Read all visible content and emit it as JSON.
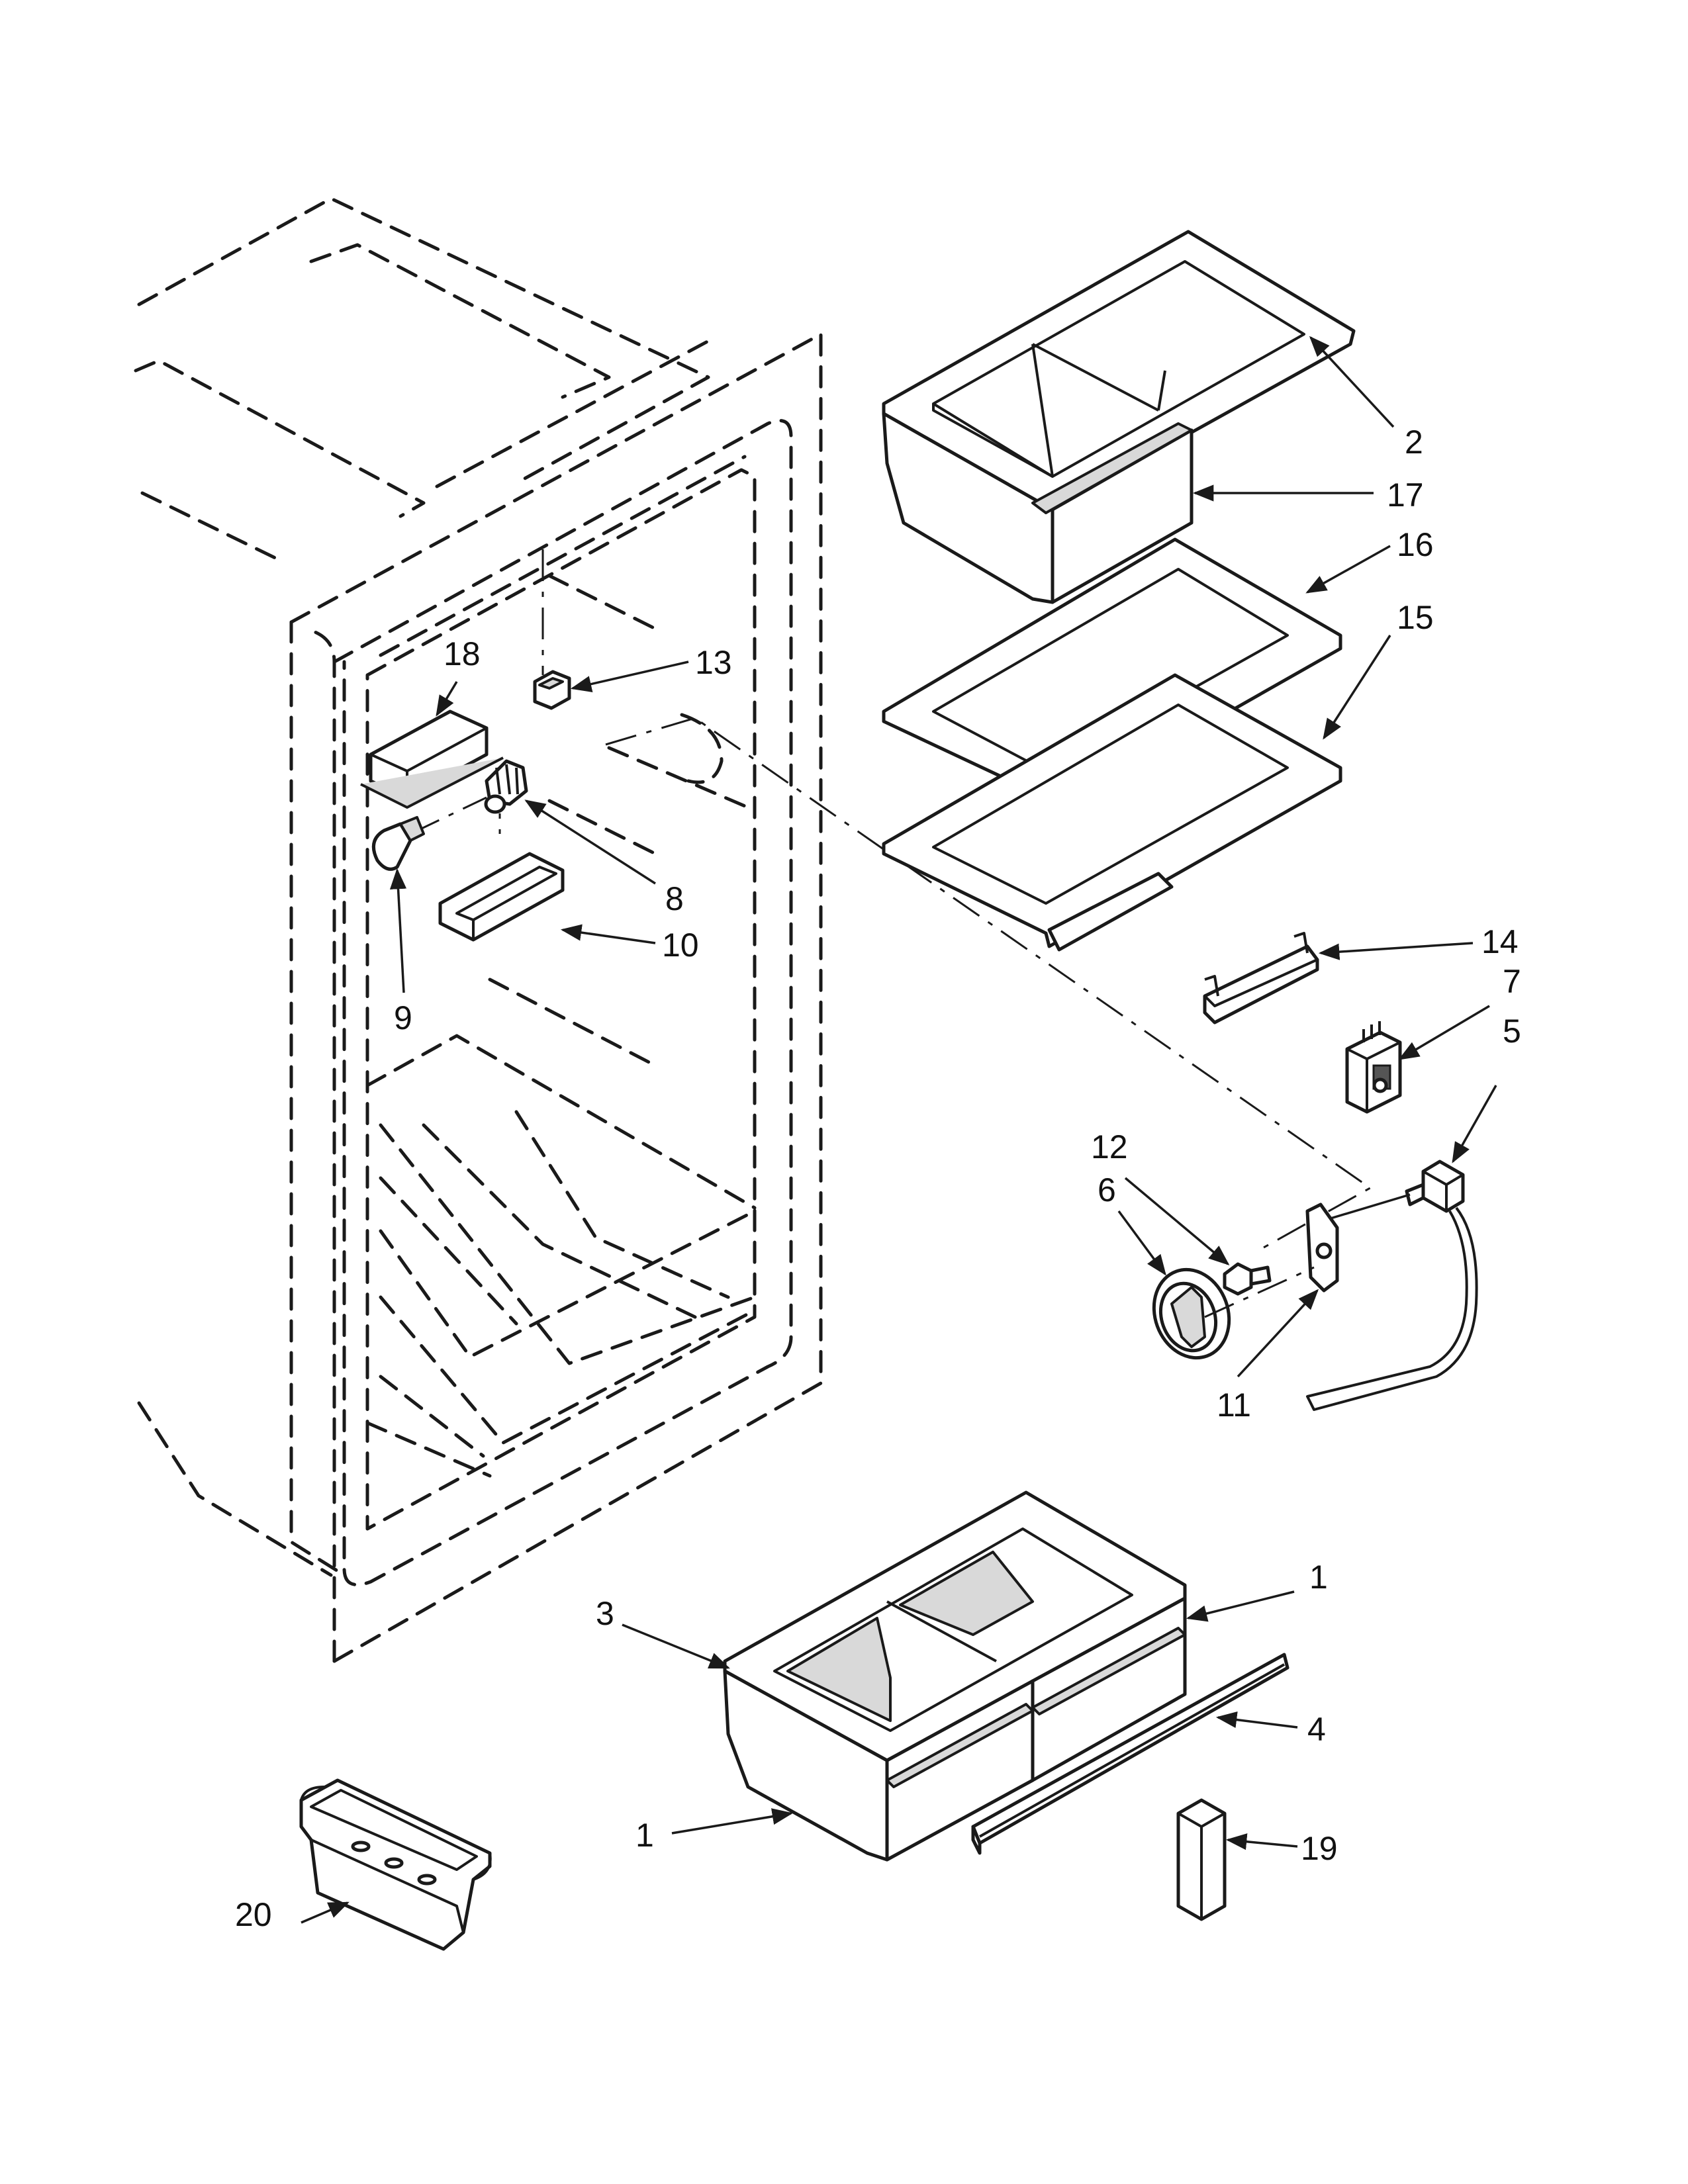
{
  "callouts": [
    {
      "id": "c1a",
      "label": "1"
    },
    {
      "id": "c1b",
      "label": "1"
    },
    {
      "id": "c2",
      "label": "2"
    },
    {
      "id": "c3",
      "label": "3"
    },
    {
      "id": "c4",
      "label": "4"
    },
    {
      "id": "c5",
      "label": "5"
    },
    {
      "id": "c6",
      "label": "6"
    },
    {
      "id": "c7",
      "label": "7"
    },
    {
      "id": "c8",
      "label": "8"
    },
    {
      "id": "c9",
      "label": "9"
    },
    {
      "id": "c10",
      "label": "10"
    },
    {
      "id": "c11",
      "label": "11"
    },
    {
      "id": "c12",
      "label": "12"
    },
    {
      "id": "c13",
      "label": "13"
    },
    {
      "id": "c14",
      "label": "14"
    },
    {
      "id": "c15",
      "label": "15"
    },
    {
      "id": "c16",
      "label": "16"
    },
    {
      "id": "c17",
      "label": "17"
    },
    {
      "id": "c18",
      "label": "18"
    },
    {
      "id": "c19",
      "label": "19"
    },
    {
      "id": "c20",
      "label": "20"
    }
  ]
}
